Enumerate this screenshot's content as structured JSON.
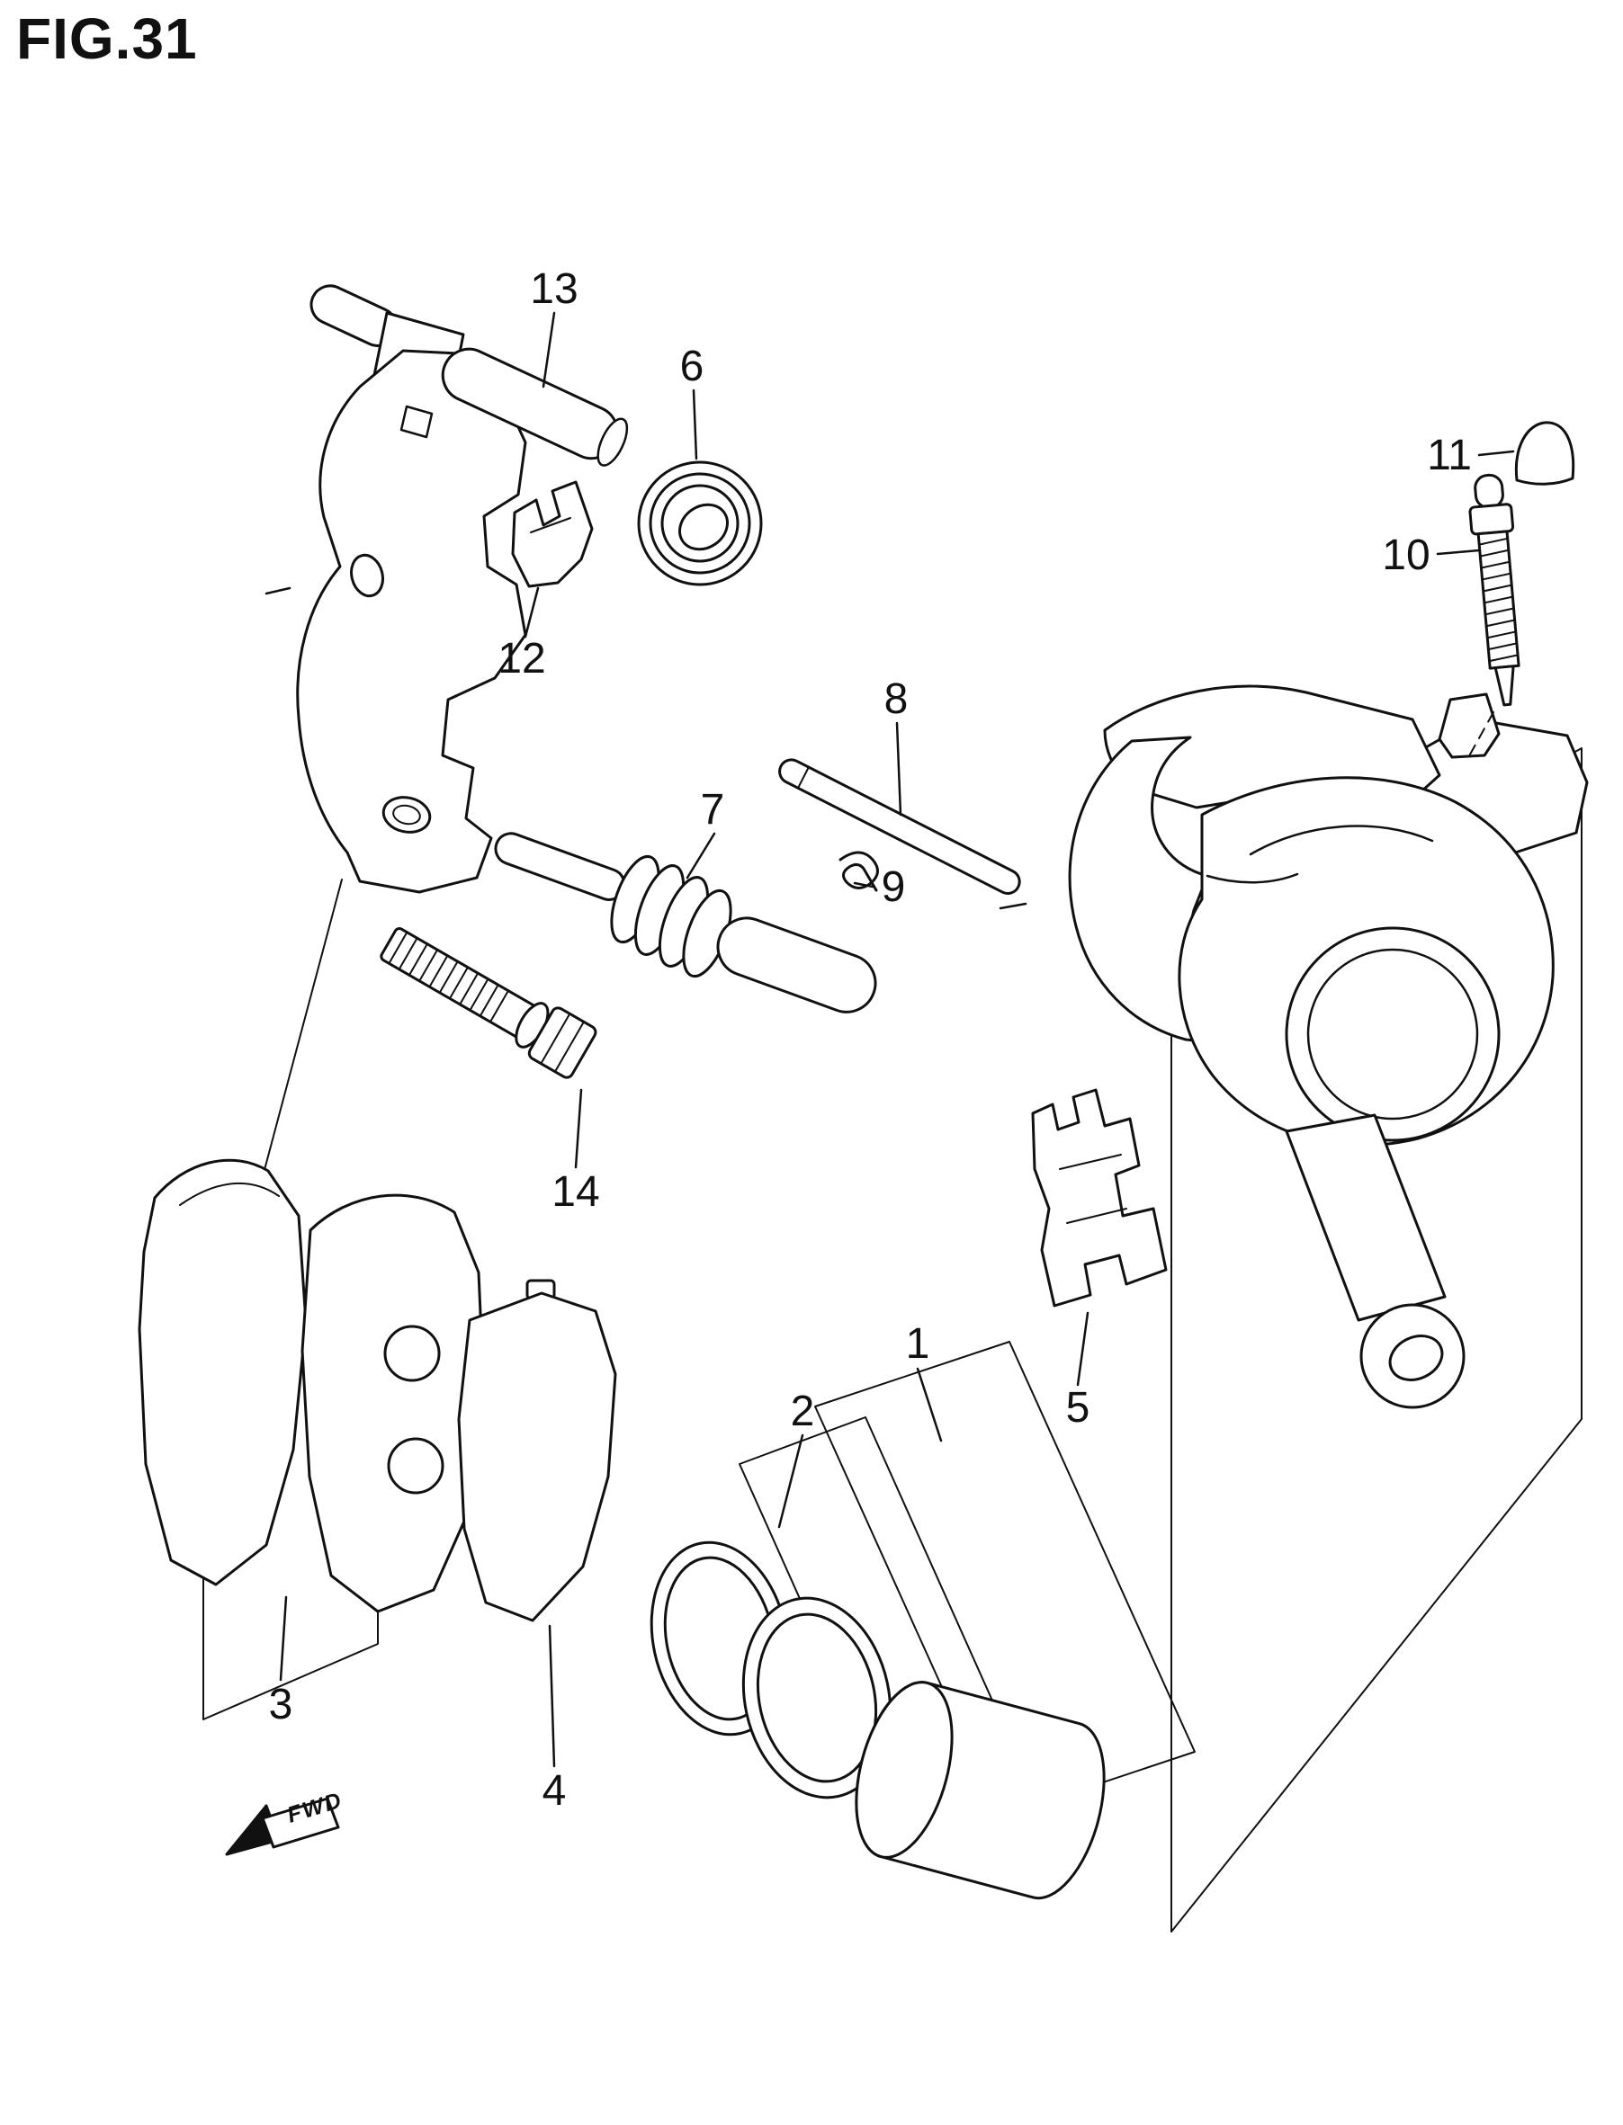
{
  "figure": {
    "title": "FIG.31",
    "fwd_label": "FWD",
    "ink_color": "#111111",
    "background_color": "#ffffff"
  },
  "callouts": [
    {
      "label": "1"
    },
    {
      "label": "2"
    },
    {
      "label": "3"
    },
    {
      "label": "4"
    },
    {
      "label": "5"
    },
    {
      "label": "6"
    },
    {
      "label": "7"
    },
    {
      "label": "8"
    },
    {
      "label": "9"
    },
    {
      "label": "10"
    },
    {
      "label": "11"
    },
    {
      "label": "12"
    },
    {
      "label": "13"
    },
    {
      "label": "14"
    }
  ]
}
